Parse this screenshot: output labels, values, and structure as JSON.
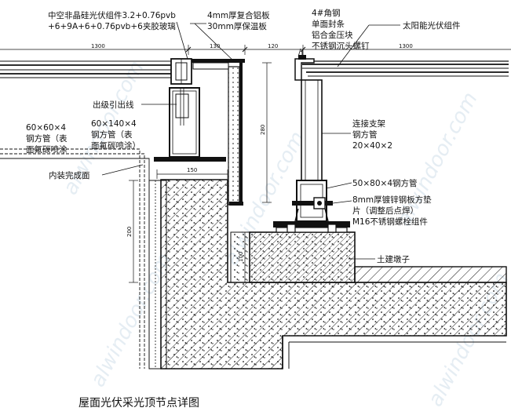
{
  "labels": {
    "pv_module_line1": "中空非晶硅光伏组件3.2+0.76pvb",
    "pv_module_line2": "+6+9A+6+0.76pvb+6夹胶玻璃",
    "composite_panel": "4mm厚复合铝板",
    "insulation": "30mm厚保温板",
    "angle_steel": "4#角钢",
    "single_seal": "单面封条",
    "clamp_block": "铝合金压块",
    "countersunk_screw": "不锈钢沉头螺钉",
    "solar_module": "太阳能光伏组件",
    "outlet_wire": "出级引出线",
    "tube_60_l1": "60×60×4",
    "tube_60_l2": "钢方管（表",
    "tube_60_l3": "面氟碳喷涂",
    "tube_60_140_l1": "60×140×4",
    "tube_60_140_l2": "钢方管（表",
    "tube_60_140_l3": "面氟碳喷涂）",
    "interior_finish": "内装完成面",
    "bracket_l1": "连接支架",
    "bracket_l2": "钢方管",
    "bracket_l3": "20×40×2",
    "tube_50_80": "50×80×4钢方管",
    "shim_l1": "8mm厚镀锌钢板方垫",
    "shim_l2": "片（调整后点焊）",
    "shim_l3": "M16不锈钢螺栓组件",
    "civil_pier": "土建墩子"
  },
  "dimensions": {
    "d1300_left": "1300",
    "d130": "130",
    "d120": "120",
    "d1300_right": "1300",
    "d280": "280",
    "d150": "150",
    "d200": "200",
    "d100": "100"
  },
  "caption": "屋面光伏采光顶节点详图",
  "watermark": "alwindoor.com"
}
